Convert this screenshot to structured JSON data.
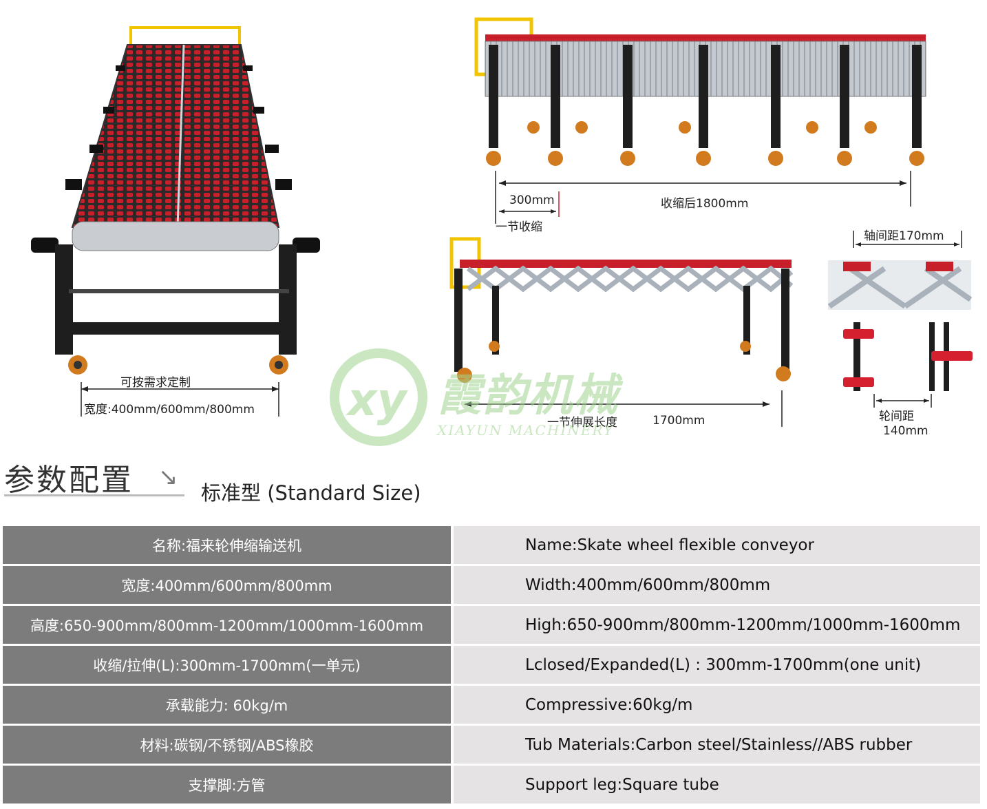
{
  "diagram": {
    "width_custom_label": "可按需求定制",
    "width_label": "宽度:400mm/600mm/800mm",
    "section_length": "300mm",
    "section_label": "一节收缩",
    "closed_length": "收缩后1800mm",
    "expanded_label": "一节伸展长度",
    "expanded_length": "1700mm",
    "axle_spacing": "轴间距170mm",
    "wheel_spacing_label": "轮间距",
    "wheel_spacing_value": "140mm"
  },
  "watermark": {
    "logo": "xy",
    "name_cn": "霞韵机械",
    "name_en": "XIAYUN MACHINERY"
  },
  "heading": {
    "title": "参数配置",
    "arrow": "↘",
    "subtitle": "标准型 (Standard Size)"
  },
  "spec_rows": [
    {
      "cn": "名称:福来轮伸缩输送机",
      "en": "Name:Skate wheel flexible conveyor"
    },
    {
      "cn": "宽度:400mm/600mm/800mm",
      "en": "Width:400mm/600mm/800mm"
    },
    {
      "cn": "高度:650-900mm/800mm-1200mm/1000mm-1600mm",
      "en": "High:650-900mm/800mm-1200mm/1000mm-1600mm"
    },
    {
      "cn": "收缩/拉伸(L):300mm-1700mm(一单元)",
      "en": "Lclosed/Expanded(L) : 300mm-1700mm(one unit)"
    },
    {
      "cn": "承载能力: 60kg/m",
      "en": "Compressive:60kg/m"
    },
    {
      "cn": "材料:碳钢/不锈钢/ABS橡胶",
      "en": "Tub Materials:Carbon steel/Stainless//ABS rubber"
    },
    {
      "cn": "支撑脚:方管",
      "en": "Support leg:Square tube"
    }
  ],
  "colors": {
    "roller_red": "#c8202a",
    "frame_black": "#1e1e1e",
    "handle_yellow": "#f0c400",
    "table_left_bg": "#7c7c7c",
    "table_right_bg": "#e5e3e3",
    "watermark_green": "#9fd48f"
  }
}
